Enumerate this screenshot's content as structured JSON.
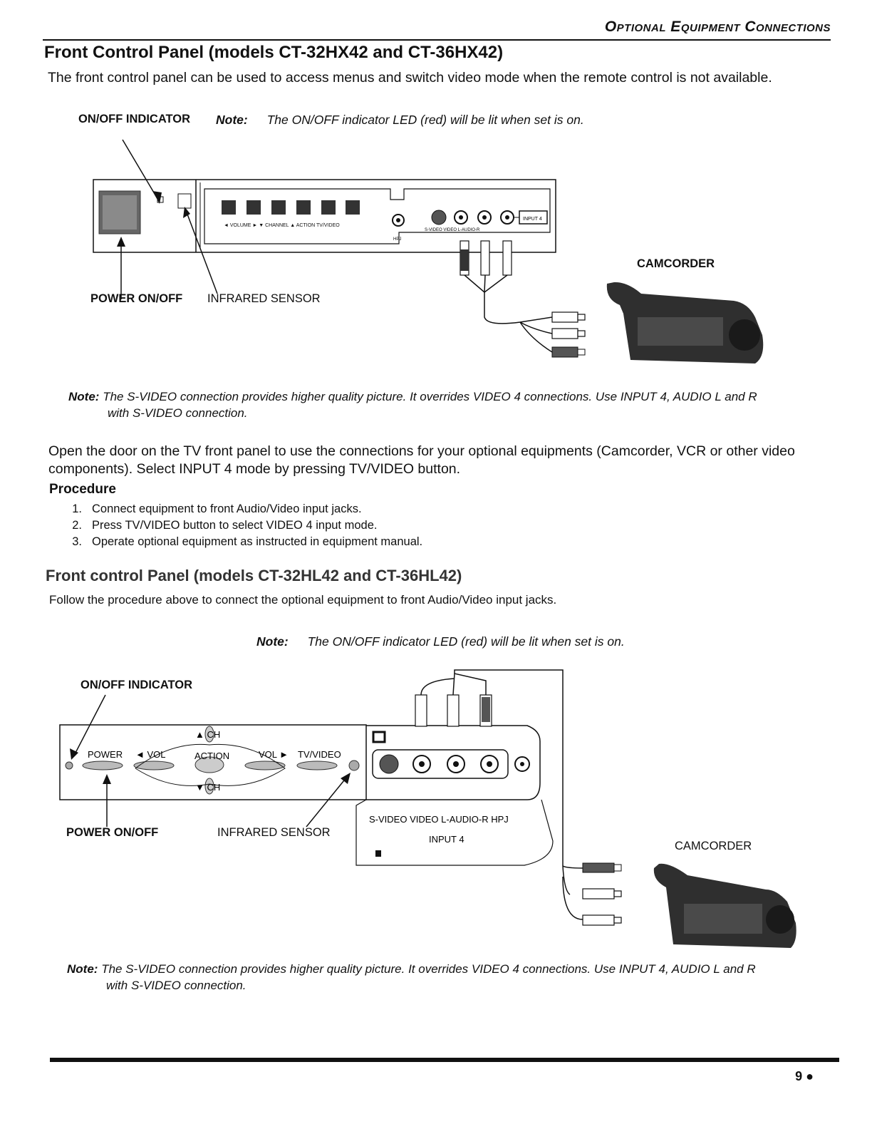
{
  "header": {
    "section_title": "Optional Equipment Connections"
  },
  "section1": {
    "title": "Front Control Panel (models CT-32HX42 and CT-36HX42)",
    "intro": "The front control panel can be used to access menus and switch video mode when the remote control is not available.",
    "onoff_label": "ON/OFF INDICATOR",
    "note_label": "Note:",
    "note_text": "The ON/OFF indicator LED (red) will be lit when set is on.",
    "power_label": "POWER ON/OFF",
    "infrared_label": "INFRARED SENSOR",
    "camcorder_label": "CAMCORDER",
    "panel_button_labels": "◄ VOLUME ►   ▼ CHANNEL ▲  ACTION  TV/VIDEO",
    "hpj_label": "HPJ",
    "jack_labels": "S-VIDEO  VIDEO   L-AUDIO-R",
    "input4_tag": "INPUT 4",
    "bottom_note_label": "Note:",
    "bottom_note_line1": "The S-VIDEO connection provides higher quality picture. It overrides VIDEO 4 connections. Use INPUT 4, AUDIO L and R",
    "bottom_note_line2": "with S-VIDEO connection."
  },
  "body": {
    "paragraph": "Open the door on the TV front panel to use the connections for your optional equipments (Camcorder, VCR or other video components). Select INPUT 4 mode by pressing TV/VIDEO button.",
    "procedure_title": "Procedure",
    "steps": [
      {
        "num": "1.",
        "text": "Connect equipment to front Audio/Video input jacks."
      },
      {
        "num": "2.",
        "text": "Press TV/VIDEO button to select VIDEO 4 input mode."
      },
      {
        "num": "3.",
        "text": "Operate optional equipment as instructed in equipment manual."
      }
    ]
  },
  "section2": {
    "title": "Front control Panel (models CT-32HL42 and CT-36HL42)",
    "intro": "Follow the procedure above to connect the optional equipment to front Audio/Video input jacks.",
    "note_label": "Note:",
    "note_text": "The ON/OFF indicator LED (red) will be lit when set is on.",
    "onoff_label": "ON/OFF INDICATOR",
    "power_btn": "POWER",
    "vol_left": "◄ VOL",
    "action": "ACTION",
    "vol_right": "VOL ►",
    "tvvideo": "TV/VIDEO",
    "ch_up": "▲ CH",
    "ch_down": "▼ CH",
    "power_label": "POWER ON/OFF",
    "infrared_label": "INFRARED SENSOR",
    "jack_labels": "S-VIDEO VIDEO  L-AUDIO-R   HPJ",
    "input4_label": "INPUT 4",
    "camcorder_label": "CAMCORDER",
    "bottom_note_label": "Note:",
    "bottom_note_line1": "The S-VIDEO connection provides higher quality picture. It overrides VIDEO 4 connections. Use INPUT 4, AUDIO L and R",
    "bottom_note_line2": "with S-VIDEO connection."
  },
  "footer": {
    "page_number": "9 ●"
  }
}
